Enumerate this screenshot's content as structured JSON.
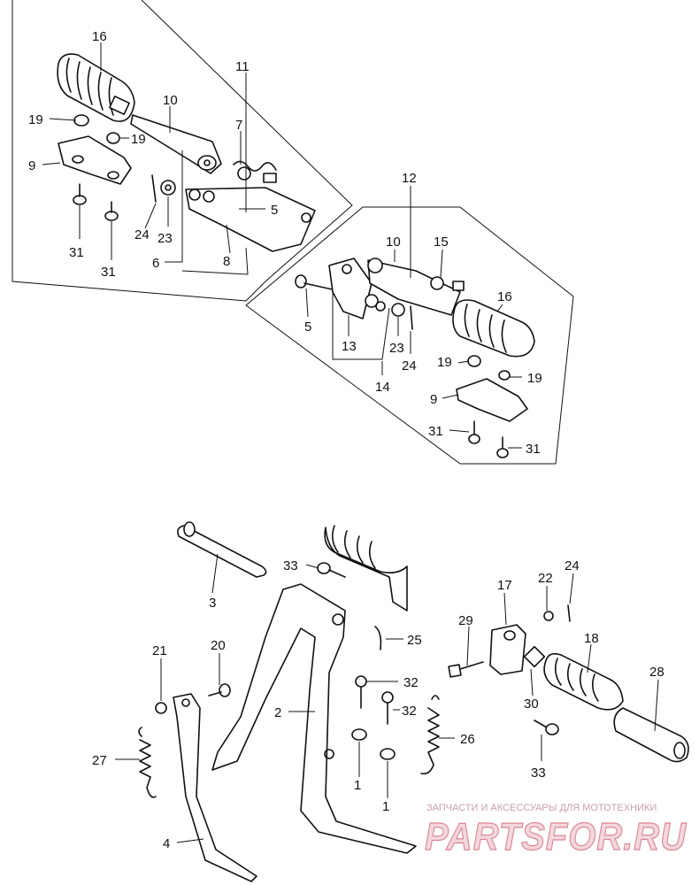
{
  "diagram": {
    "callouts": [
      {
        "id": "c16a",
        "text": "16"
      },
      {
        "id": "c11",
        "text": "11"
      },
      {
        "id": "c10a",
        "text": "10"
      },
      {
        "id": "c19a",
        "text": "19"
      },
      {
        "id": "c19b",
        "text": "19"
      },
      {
        "id": "c7",
        "text": "7"
      },
      {
        "id": "c9a",
        "text": "9"
      },
      {
        "id": "c5a",
        "text": "5"
      },
      {
        "id": "c24a",
        "text": "24"
      },
      {
        "id": "c23a",
        "text": "23"
      },
      {
        "id": "c31a",
        "text": "31"
      },
      {
        "id": "c31b",
        "text": "31"
      },
      {
        "id": "c6",
        "text": "6"
      },
      {
        "id": "c8",
        "text": "8"
      },
      {
        "id": "c12",
        "text": "12"
      },
      {
        "id": "c10b",
        "text": "10"
      },
      {
        "id": "c15",
        "text": "15"
      },
      {
        "id": "c16b",
        "text": "16"
      },
      {
        "id": "c5b",
        "text": "5"
      },
      {
        "id": "c13",
        "text": "13"
      },
      {
        "id": "c23b",
        "text": "23"
      },
      {
        "id": "c24b",
        "text": "24"
      },
      {
        "id": "c14",
        "text": "14"
      },
      {
        "id": "c19c",
        "text": "19"
      },
      {
        "id": "c19d",
        "text": "19"
      },
      {
        "id": "c9b",
        "text": "9"
      },
      {
        "id": "c31c",
        "text": "31"
      },
      {
        "id": "c31d",
        "text": "31"
      },
      {
        "id": "c3",
        "text": "3"
      },
      {
        "id": "c33a",
        "text": "33"
      },
      {
        "id": "c17",
        "text": "17"
      },
      {
        "id": "c22",
        "text": "22"
      },
      {
        "id": "c24c",
        "text": "24"
      },
      {
        "id": "c25",
        "text": "25"
      },
      {
        "id": "c29",
        "text": "29"
      },
      {
        "id": "c18",
        "text": "18"
      },
      {
        "id": "c28",
        "text": "28"
      },
      {
        "id": "c21",
        "text": "21"
      },
      {
        "id": "c20",
        "text": "20"
      },
      {
        "id": "c32a",
        "text": "32"
      },
      {
        "id": "c32b",
        "text": "32"
      },
      {
        "id": "c2",
        "text": "2"
      },
      {
        "id": "c30",
        "text": "30"
      },
      {
        "id": "c26",
        "text": "26"
      },
      {
        "id": "c27",
        "text": "27"
      },
      {
        "id": "c33b",
        "text": "33"
      },
      {
        "id": "c1a",
        "text": "1"
      },
      {
        "id": "c1b",
        "text": "1"
      },
      {
        "id": "c4",
        "text": "4"
      }
    ]
  },
  "watermark": {
    "tagline": "ЗАПЧАСТИ И АКСЕССУАРЫ ДЛЯ МОТОТЕХНИКИ",
    "brand": "PARTSFOR.RU"
  }
}
